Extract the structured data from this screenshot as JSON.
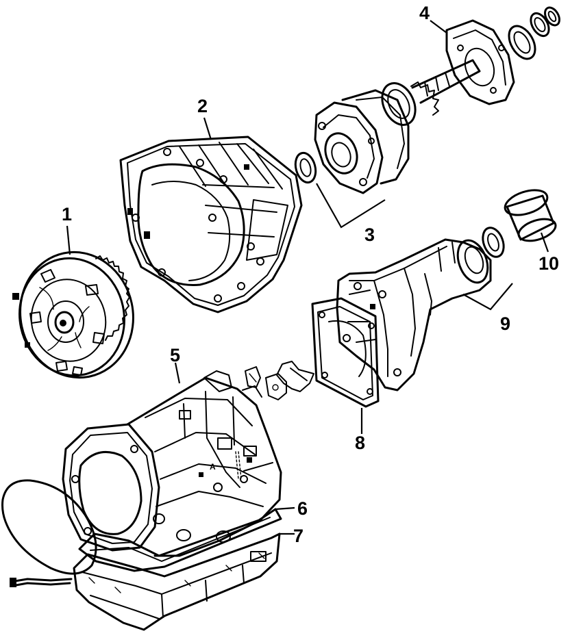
{
  "diagram": {
    "callouts": [
      {
        "id": "c1",
        "label": "1"
      },
      {
        "id": "c2",
        "label": "2"
      },
      {
        "id": "c3",
        "label": "3"
      },
      {
        "id": "c4",
        "label": "4"
      },
      {
        "id": "c5",
        "label": "5"
      },
      {
        "id": "c6",
        "label": "6"
      },
      {
        "id": "c7",
        "label": "7"
      },
      {
        "id": "c8",
        "label": "8"
      },
      {
        "id": "c9",
        "label": "9"
      },
      {
        "id": "c10",
        "label": "10"
      }
    ],
    "inline_marks": {
      "case_letter": "A"
    }
  }
}
